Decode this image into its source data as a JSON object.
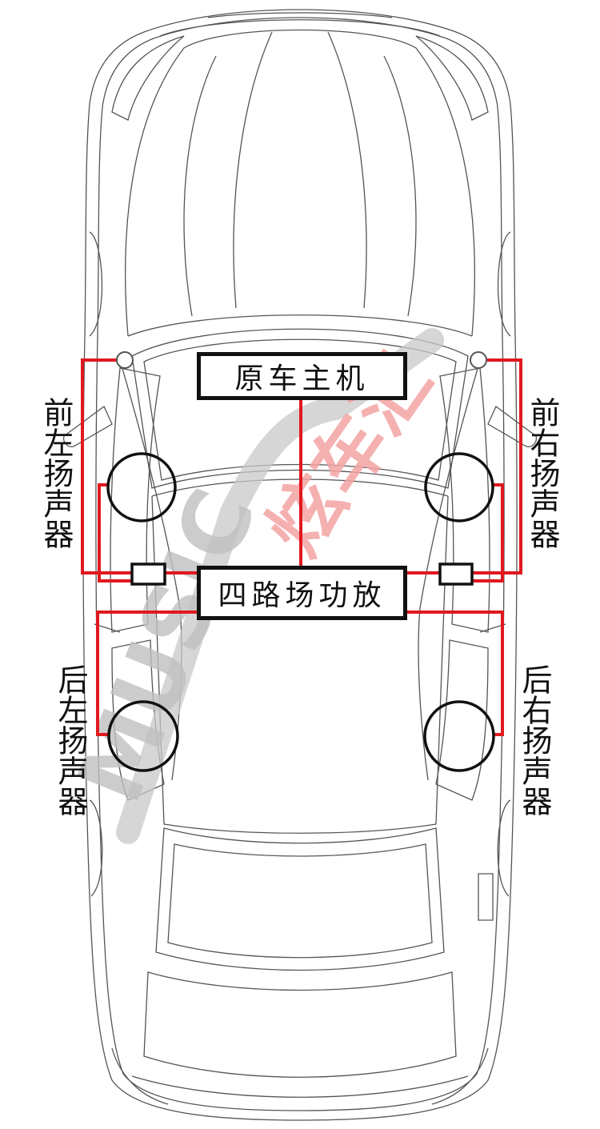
{
  "diagram": {
    "head_unit_label": "原车主机",
    "amplifier_label": "四路场功放",
    "speakers": {
      "front_left": "前左扬声器",
      "front_right": "前右扬声器",
      "rear_left": "后左扬声器",
      "rear_right": "后右扬声器"
    }
  },
  "watermark": {
    "latin": "MUSIC",
    "chinese": "炫车汇"
  },
  "colors": {
    "wire": "#e0191f",
    "outline": "#111111",
    "car_line": "#555555",
    "watermark_gray": "#bdbdbd",
    "watermark_red": "#f4a3a3"
  }
}
